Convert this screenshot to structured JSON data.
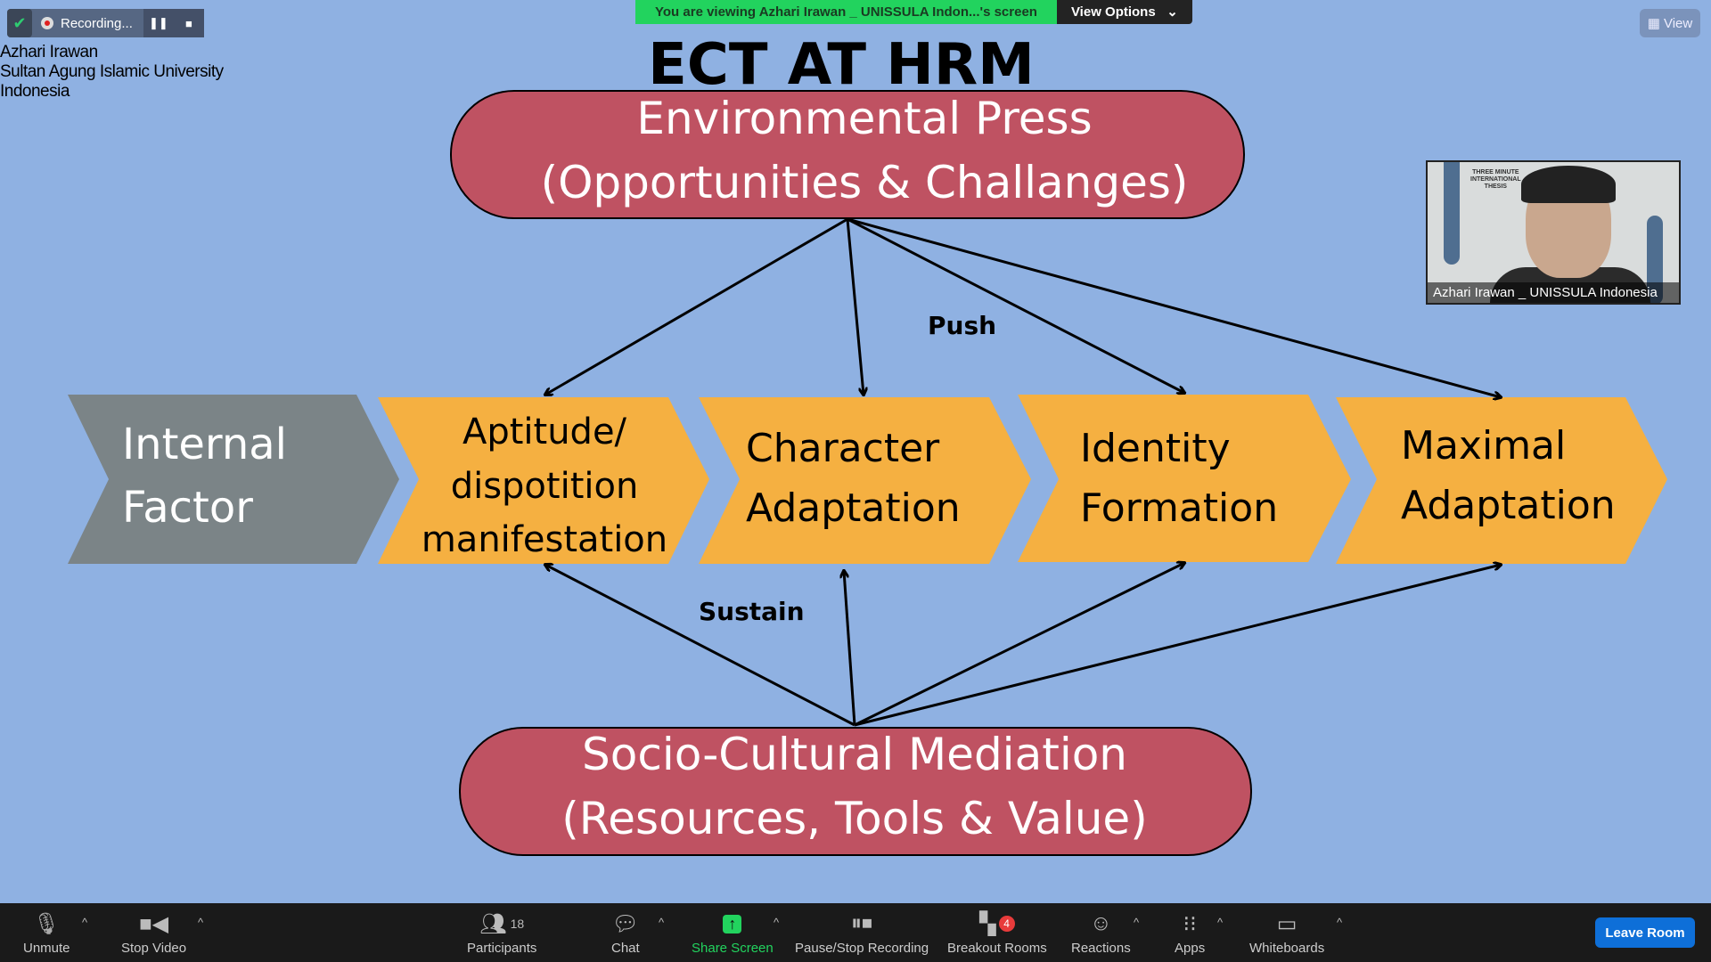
{
  "presenter": {
    "name": "Azhari Irawan",
    "org_line1": "Sultan Agung Islamic University",
    "org_line2": "Indonesia"
  },
  "recording": {
    "label": "Recording..."
  },
  "banner": {
    "message": "You are viewing Azhari Irawan _ UNISSULA Indon...'s screen",
    "options": "View Options"
  },
  "view_button": "View",
  "slide": {
    "title": "ECT AT HRM",
    "top": {
      "line1": "Environmental Press",
      "line2": "(Opportunities & Challanges)"
    },
    "bottom": {
      "line1": "Socio-Cultural Mediation",
      "line2": "(Resources, Tools & Value)"
    },
    "push": "Push",
    "sustain": "Sustain",
    "stages": [
      {
        "lines": [
          "Internal",
          "Factor"
        ]
      },
      {
        "lines": [
          "Aptitude/",
          "dispotition",
          "manifestation"
        ]
      },
      {
        "lines": [
          "Character",
          "Adaptation"
        ]
      },
      {
        "lines": [
          "Identity",
          "Formation"
        ]
      },
      {
        "lines": [
          "Maximal",
          "Adaptation"
        ]
      }
    ],
    "colors": {
      "background": "#8fb1e2",
      "ellipse": "#bf5262",
      "chevron": "#f5b041",
      "internal": "#7b8487"
    }
  },
  "video": {
    "name": "Azhari Irawan _ UNISSULA Indonesia",
    "logo": "THREE MINUTE INTERNATIONAL THESIS"
  },
  "toolbar": {
    "unmute": "Unmute",
    "stop_video": "Stop Video",
    "participants": "Participants",
    "participant_count": "18",
    "chat": "Chat",
    "share": "Share Screen",
    "recording": "Pause/Stop Recording",
    "breakout": "Breakout Rooms",
    "breakout_count": "4",
    "reactions": "Reactions",
    "apps": "Apps",
    "whiteboards": "Whiteboards",
    "leave": "Leave Room"
  }
}
